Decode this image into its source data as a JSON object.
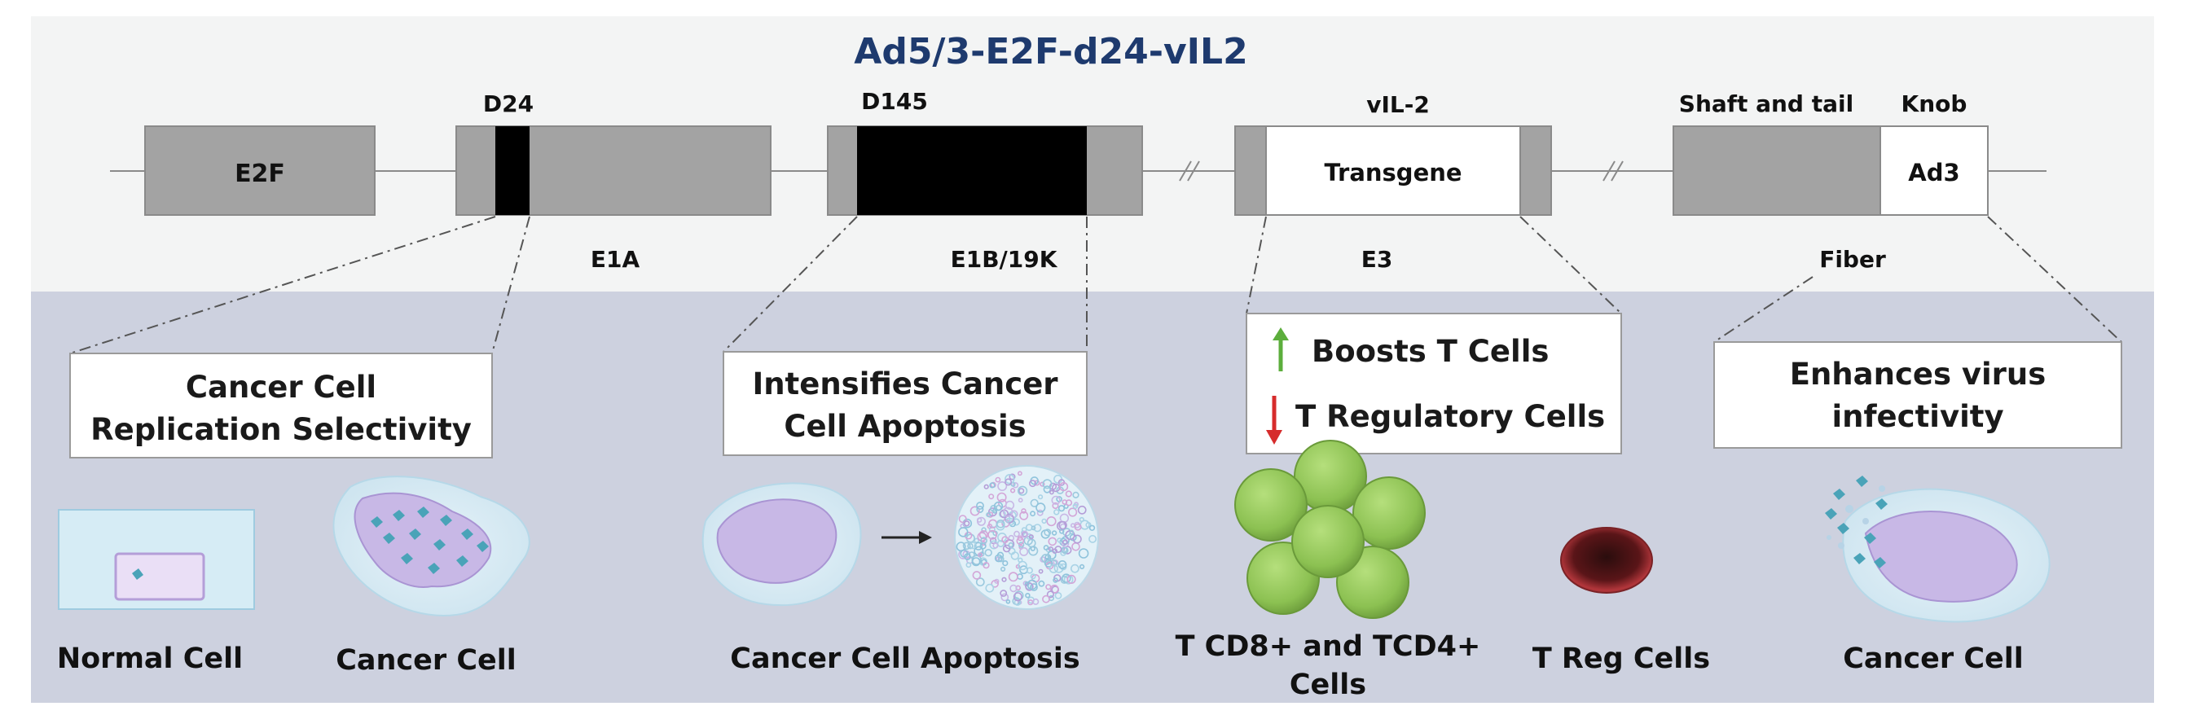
{
  "title": "Ad5/3-E2F-d24-vIL2",
  "genome": {
    "above_labels": {
      "d24": "D24",
      "d145": "D145",
      "vil2": "vIL-2",
      "shaft_tail": "Shaft and tail",
      "knob": "Knob"
    },
    "block_labels": {
      "e2f": "E2F",
      "transgene": "Transgene",
      "ad3": "Ad3"
    },
    "below_labels": {
      "e1a": "E1A",
      "e1b": "E1B/19K",
      "e3": "E3",
      "fiber": "Fiber"
    }
  },
  "effects": {
    "selectivity": [
      "Cancer Cell",
      "Replication Selectivity"
    ],
    "apoptosis": [
      "Intensifies Cancer",
      "Cell Apoptosis"
    ],
    "tcells": {
      "up": "Boosts T Cells",
      "down": "T Regulatory Cells"
    },
    "infectivity": [
      "Enhances virus",
      "infectivity"
    ]
  },
  "cells": {
    "normal": "Normal Cell",
    "cancer1": "Cancer Cell",
    "apoptosis": "Cancer Cell Apoptosis",
    "tcells": [
      "T CD8+ and TCD4+",
      "Cells"
    ],
    "treg": "T Reg Cells",
    "cancer2": "Cancer Cell"
  },
  "colors": {
    "top_band": "#f3f4f4",
    "bottom_band": "#cdd1df",
    "gene_gray": "#a3a3a3",
    "deletion_black": "#000000",
    "title_blue": "#1e3a6e",
    "cell_purple": "#c8b8e6",
    "cell_halo": "#d6ecf5",
    "virus_teal": "#4aa3b8",
    "tcell_green": "#8cc152",
    "treg_red": "#9c2a2f",
    "arrow_up": "#5cae3c",
    "arrow_down": "#d62c2c"
  }
}
